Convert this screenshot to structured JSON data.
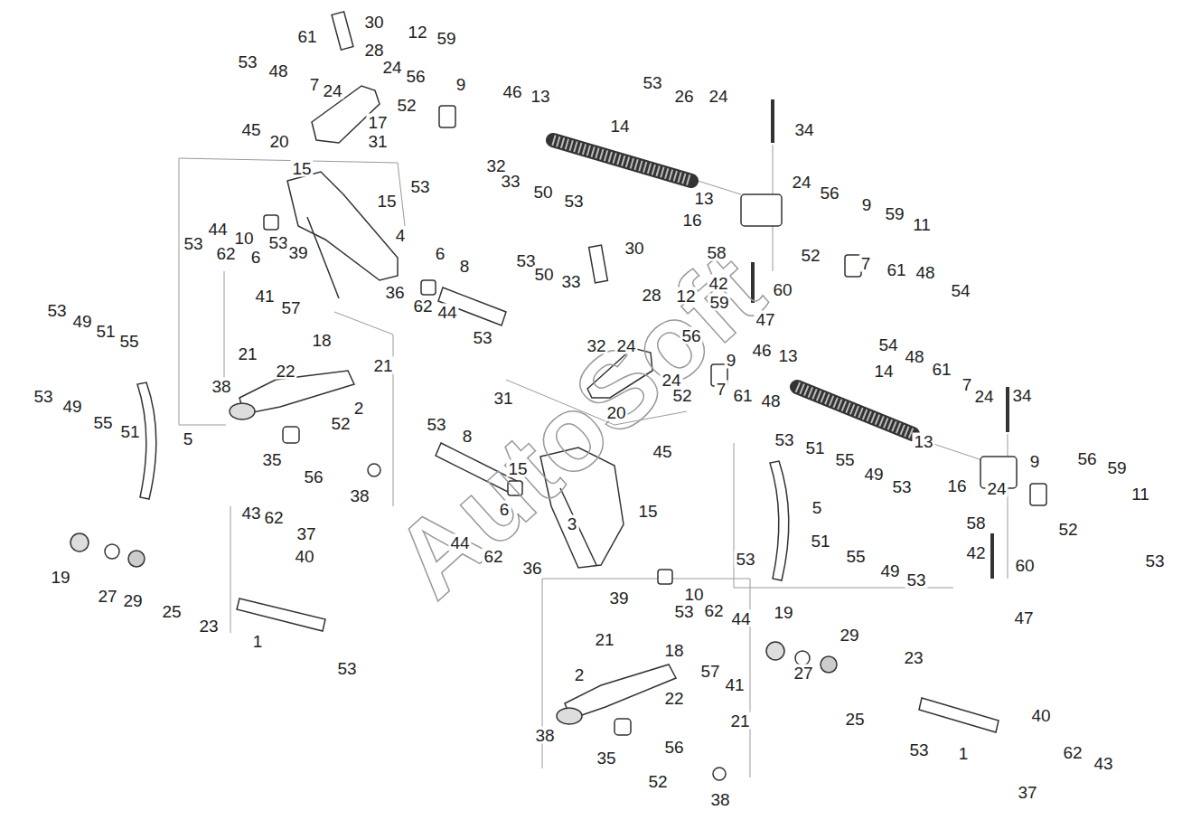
{
  "diagram": {
    "labels": [
      "53",
      "48",
      "61",
      "30",
      "12",
      "59",
      "28",
      "7",
      "24",
      "24",
      "56",
      "9",
      "46",
      "13",
      "53",
      "26",
      "24",
      "34",
      "17",
      "52",
      "45",
      "20",
      "31",
      "32",
      "33",
      "14",
      "50",
      "53",
      "53",
      "15",
      "15",
      "24",
      "56",
      "9",
      "59",
      "11",
      "13",
      "16",
      "52",
      "7",
      "61",
      "48",
      "54",
      "53",
      "44",
      "10",
      "62",
      "53",
      "39",
      "4",
      "6",
      "6",
      "8",
      "36",
      "62",
      "44",
      "58",
      "30",
      "42",
      "60",
      "12",
      "59",
      "47",
      "53",
      "50",
      "33",
      "28",
      "56",
      "53",
      "41",
      "57",
      "18",
      "53",
      "49",
      "51",
      "55",
      "21",
      "22",
      "21",
      "32",
      "24",
      "24",
      "9",
      "46",
      "13",
      "54",
      "48",
      "61",
      "7",
      "24",
      "34",
      "14",
      "13",
      "52",
      "7",
      "61",
      "48",
      "53",
      "53",
      "49",
      "55",
      "51",
      "5",
      "38",
      "2",
      "31",
      "20",
      "45",
      "35",
      "52",
      "56",
      "38",
      "53",
      "8",
      "15",
      "51",
      "55",
      "49",
      "53",
      "5",
      "16",
      "24",
      "9",
      "56",
      "59",
      "11",
      "52",
      "58",
      "42",
      "60",
      "47",
      "6",
      "3",
      "15",
      "44",
      "62",
      "36",
      "53",
      "39",
      "10",
      "53",
      "62",
      "44",
      "51",
      "55",
      "49",
      "53",
      "43",
      "62",
      "37",
      "40",
      "19",
      "27",
      "29",
      "25",
      "23",
      "1",
      "53",
      "19",
      "29",
      "23",
      "27",
      "25",
      "21",
      "18",
      "57",
      "41",
      "2",
      "22",
      "21",
      "38",
      "35",
      "56",
      "52",
      "38",
      "40",
      "53",
      "1",
      "62",
      "43",
      "37",
      "53",
      "AutoSoft"
    ]
  }
}
